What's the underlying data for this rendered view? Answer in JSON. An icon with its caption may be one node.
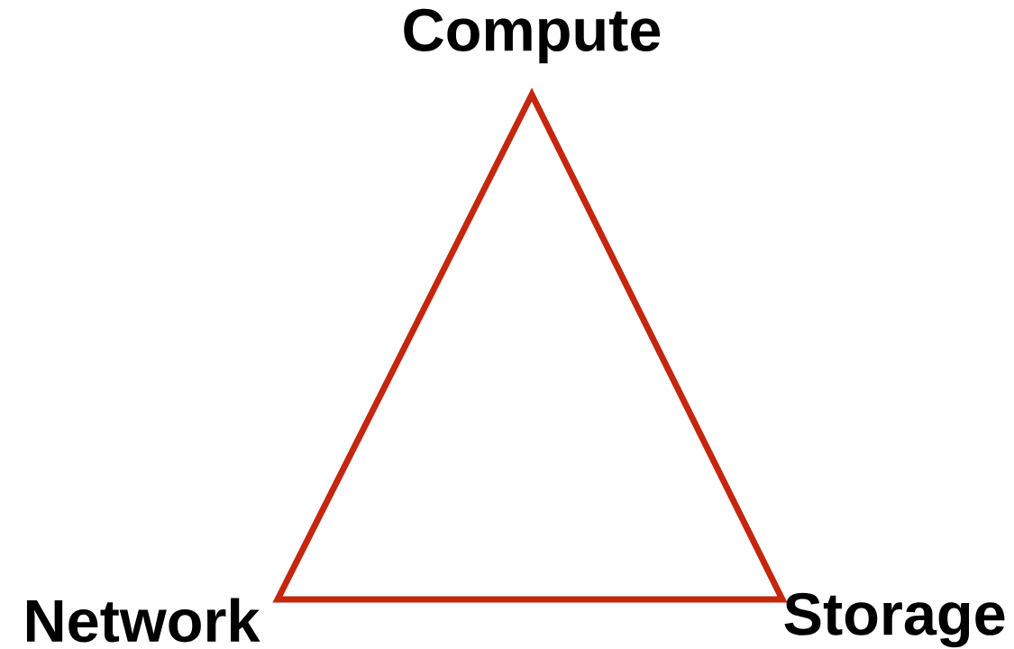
{
  "diagram": {
    "nodes": [
      {
        "text": [],
        "shape": "triangle"
      }
    ],
    "labels": [
      "Compute",
      "Network",
      "Storage"
    ]
  }
}
